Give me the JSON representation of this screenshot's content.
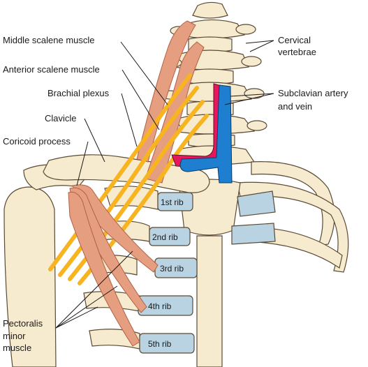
{
  "labels": {
    "middle_scalene": "Middle scalene muscle",
    "anterior_scalene": "Anterior scalene muscle",
    "brachial_plexus": "Brachial plexus",
    "clavicle": "Clavicle",
    "coracoid": "Coricoid process",
    "cervical_1": "Cervical",
    "cervical_2": "vertebrae",
    "subclavian_1": "Subclavian artery",
    "subclavian_2": "and vein",
    "pectoralis_1": "Pectoralis",
    "pectoralis_2": "minor",
    "pectoralis_3": "muscle"
  },
  "ribs": [
    "1st rib",
    "2nd rib",
    "3rd rib",
    "4th rib",
    "5th rib"
  ],
  "colors": {
    "bone": "#f7ebcf",
    "bone_stroke": "#5a4a35",
    "cartilage": "#b9d3e3",
    "muscle": "#e59f80",
    "muscle_line": "#b35f43",
    "nerve": "#f7b320",
    "artery": "#e8175d",
    "vein": "#1e7fd0"
  }
}
